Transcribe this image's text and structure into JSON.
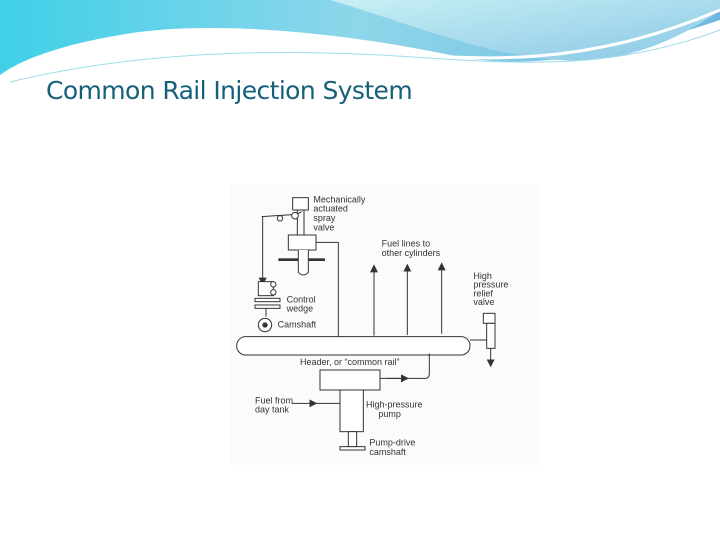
{
  "slide": {
    "title": "Common Rail Injection System"
  },
  "colors": {
    "title": "#17607a",
    "wave_light": "#bfeef4",
    "wave_mid": "#5fd2e6",
    "wave_dark": "#7fb8dc"
  },
  "diagram": {
    "labels": {
      "spray_valve": [
        "Mechanically",
        "actuated",
        "spray",
        "valve"
      ],
      "fuel_lines": [
        "Fuel lines to",
        "other cylinders"
      ],
      "relief_valve": [
        "High",
        "pressure",
        "relief",
        "valve"
      ],
      "control_wedge": [
        "Control",
        "wedge"
      ],
      "camshaft": "Camshaft",
      "common_rail": "Header, or “common rail”",
      "fuel_from": [
        "Fuel from",
        "day tank"
      ],
      "pump": [
        "High-pressure",
        "pump"
      ],
      "pump_camshaft": [
        "Pump-drive",
        "camshaft"
      ]
    }
  }
}
